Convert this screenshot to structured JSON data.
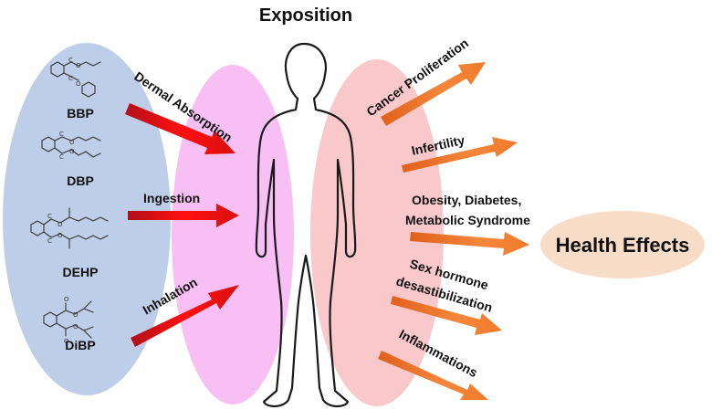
{
  "title": "Exposition",
  "compounds": [
    {
      "label": "BBP"
    },
    {
      "label": "DBP"
    },
    {
      "label": "DEHP"
    },
    {
      "label": "DiBP"
    }
  ],
  "routes": [
    {
      "label": "Dermal Absorption"
    },
    {
      "label": "Ingestion"
    },
    {
      "label": "Inhalation"
    }
  ],
  "effects": [
    {
      "label": "Cancer Proliferation"
    },
    {
      "label": "Infertility"
    },
    {
      "label_line1": "Obesity, Diabetes,",
      "label_line2": "Metabolic Syndrome"
    },
    {
      "label_line1": "Sex hormone",
      "label_line2": "desastibilization"
    },
    {
      "label": "Inflammations"
    }
  ],
  "outcome": "Health Effects",
  "colors": {
    "compound_oval": "#b4c6e4",
    "route_oval": "#f6b8f2",
    "effect_oval": "#f8c2c4",
    "outcome_oval": "#f7dcc8",
    "route_arrow": "#e81010",
    "effect_arrow": "#ee7a2a"
  }
}
